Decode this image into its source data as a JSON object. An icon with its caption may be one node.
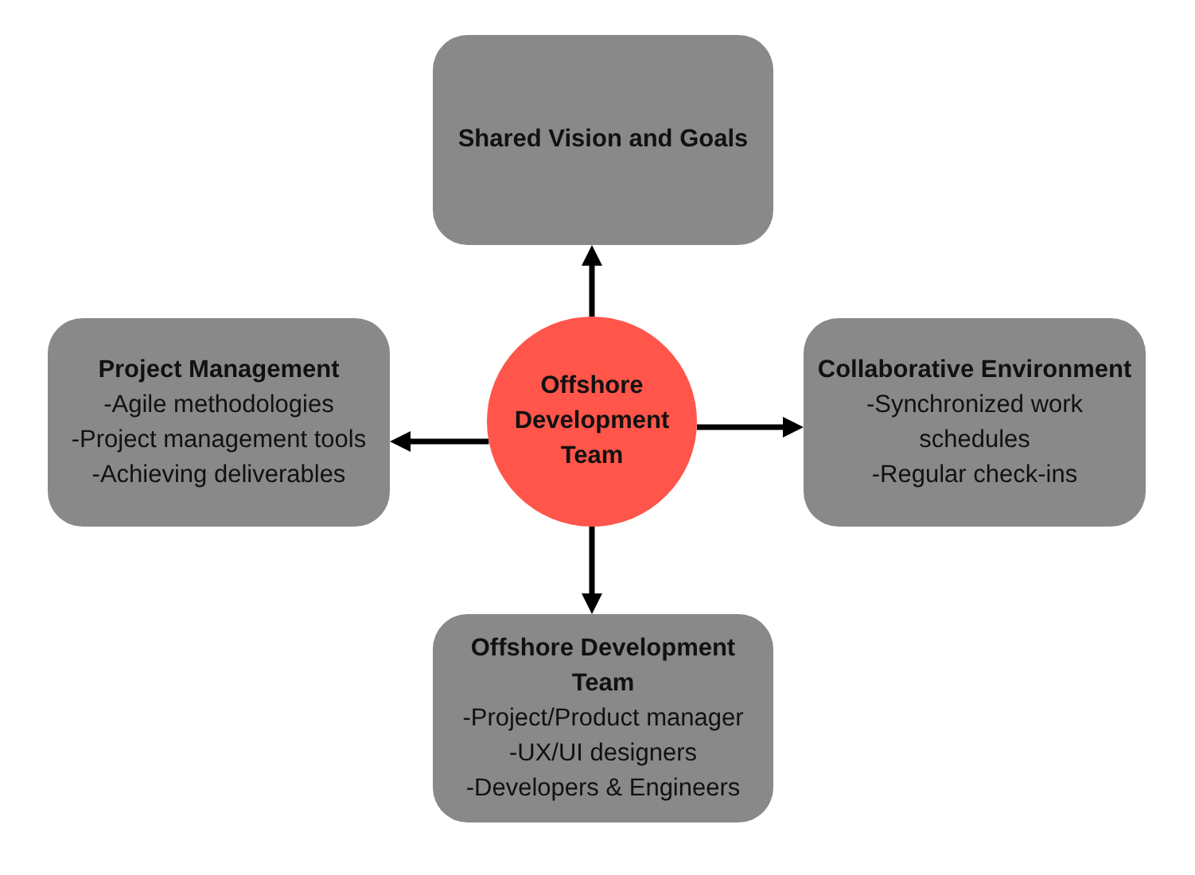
{
  "diagram": {
    "nodes": [
      {
        "text": [
          "Shared Vision and Goals"
        ]
      },
      {
        "text": [
          "Project Management",
          "-Agile methodologies",
          "-Project management tools",
          "-Achieving deliverables"
        ]
      },
      {
        "text": [
          "Offshore Development Team"
        ]
      },
      {
        "text": [
          "Collaborative Environment",
          "-Synchronized work schedules",
          "-Regular check-ins"
        ]
      },
      {
        "text": [
          "Offshore Development Team",
          "-Project/Product manager",
          "-UX/UI designers",
          "-Developers & Engineers"
        ]
      }
    ],
    "edges": [
      {
        "from": 2,
        "to": 0,
        "arrow": "to"
      },
      {
        "from": 2,
        "to": 1,
        "arrow": "to"
      },
      {
        "from": 2,
        "to": 3,
        "arrow": "to"
      },
      {
        "from": 2,
        "to": 4,
        "arrow": "to"
      }
    ]
  }
}
